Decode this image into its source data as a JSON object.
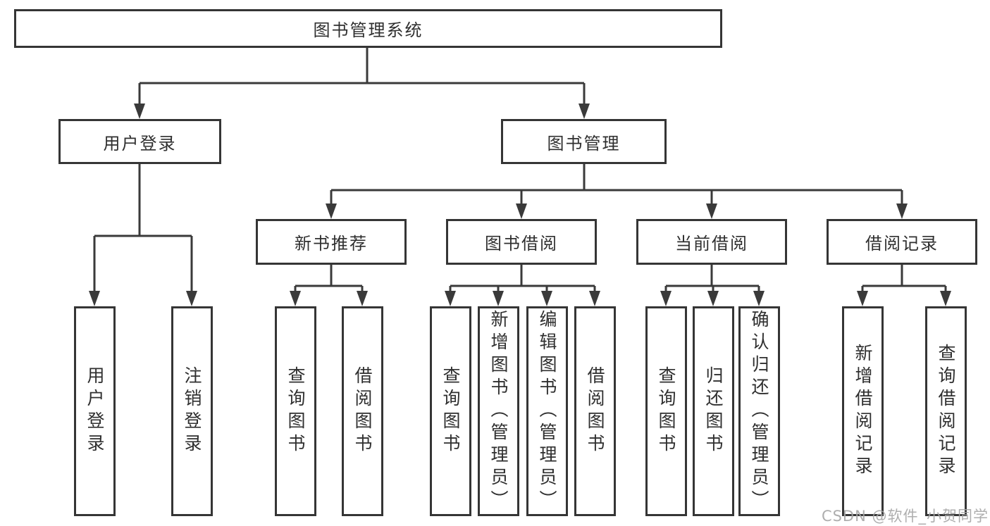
{
  "colors": {
    "background": "#ffffff",
    "box_border": "#353535",
    "line": "#3a3a3a",
    "text": "#2f2f2f",
    "watermark": "#a5a5a5"
  },
  "watermark": {
    "text": "CSDN @软件_小贺同学"
  },
  "tree": {
    "label": "图书管理系统",
    "children": [
      {
        "label": "用户登录",
        "children": [
          {
            "label": "用户登录"
          },
          {
            "label": "注销登录"
          }
        ]
      },
      {
        "label": "图书管理",
        "children": [
          {
            "label": "新书推荐",
            "children": [
              {
                "label": "查询图书"
              },
              {
                "label": "借阅图书"
              }
            ]
          },
          {
            "label": "图书借阅",
            "children": [
              {
                "label": "查询图书"
              },
              {
                "label": "新增图书（管理员）"
              },
              {
                "label": "编辑图书（管理员）"
              },
              {
                "label": "借阅图书"
              }
            ]
          },
          {
            "label": "当前借阅",
            "children": [
              {
                "label": "查询图书"
              },
              {
                "label": "归还图书"
              },
              {
                "label": "确认归还（管理员）"
              }
            ]
          },
          {
            "label": "借阅记录",
            "children": [
              {
                "label": "新增借阅记录"
              },
              {
                "label": "查询借阅记录"
              }
            ]
          }
        ]
      }
    ]
  }
}
